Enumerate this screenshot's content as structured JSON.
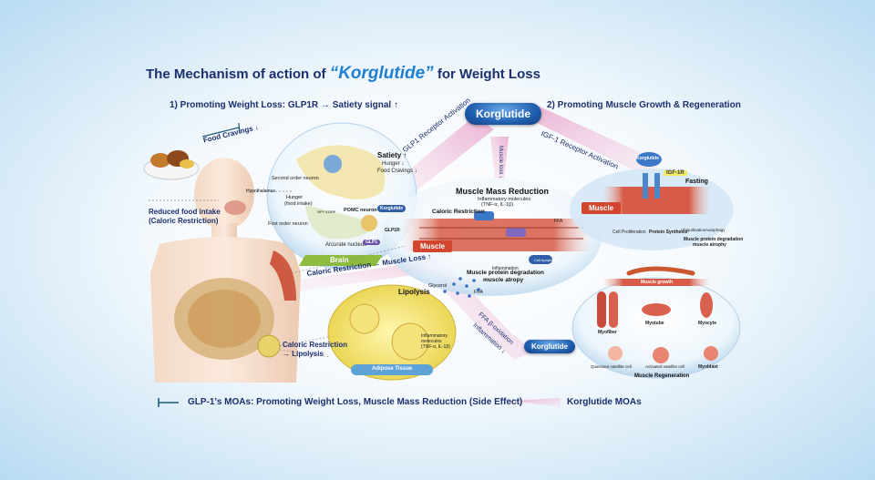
{
  "title": {
    "prefix": "The Mechanism of action of ",
    "highlight": "“Korglutide”",
    "suffix": " for Weight Loss"
  },
  "section1": "1) Promoting Weight Loss: GLP1R → Satiety signal ↑",
  "section2": "2) Promoting Muscle Growth & Regeneration",
  "center_pill": "Korglutide",
  "arrows": {
    "glp1": "GLP1 Receptor Activation",
    "muscle_loss": "Muscle loss ↓",
    "igf1": "IGF-1 Receptor Activation",
    "caloric_muscle": "Caloric Restriction → Muscle Loss ↑",
    "ffa": "FFA β-oxidation",
    "inflam": "Inflammation ↓"
  },
  "left": {
    "food_cravings": "Food Cravings ↓",
    "reduced_intake_1": "Reduced food intake",
    "reduced_intake_2": "(Caloric Restriction)",
    "hypothalamus": "Hypothalamus",
    "caloric_lipolysis_1": "Caloric Restriction",
    "caloric_lipolysis_2": "→ Lipolysis"
  },
  "brain": {
    "satiety": "Satiety ↑",
    "hunger_down": "Hunger ↓",
    "food_cravings": "Food Cravings ↓",
    "second_neuron": "Second order neuron",
    "hunger_1": "Hunger",
    "hunger_2": "(food intake)",
    "first_neuron": "First order neuron",
    "pomc": "POMC neuron",
    "npy": "NPY AGRP",
    "arcurate": "Arcurate nucleus",
    "glp1r": "GLP1R",
    "glp1": "GLP1",
    "label": "Brain",
    "korglutide": "Korglutide"
  },
  "center": {
    "title": "Muscle Mass Reduction",
    "inflam_1": "Inflammatory molecules",
    "inflam_2": "(TNF-α, IL-1β)",
    "caloric": "Caloric Restriction",
    "ffa": "FFA",
    "inflammation": "Inflammation",
    "cell_apoptosis": "Cell Apoptosis",
    "muscle_tag": "Muscle",
    "degradation_1": "Muscle protein degradation",
    "degradation_2": "muscle atropy"
  },
  "adipose": {
    "lipolysis": "Lipolysis",
    "glycerol": "Glycerol",
    "ffa": "FFA",
    "inflam_1": "Inflammatory",
    "inflam_2": "molecules",
    "inflam_3": "(TNF-α, IL-1β)",
    "label": "Adipose Tissue",
    "korglutide": "Korglutide"
  },
  "right": {
    "korglutide": "Korglutide",
    "igf1r": "IGF-1R",
    "fasting": "Fasting",
    "muscle_tag": "Muscle",
    "cell_prolif": "Cell Proliferation",
    "protein_synth": "Protein Synthesis",
    "ubiquitination": "Ubiquitination",
    "autophagy": "Autophagy",
    "degradation_1": "Muscle protein degradation",
    "degradation_2": "muscle atrophy",
    "muscle_growth": "Muscle growth",
    "myofiber": "Myofiber",
    "myotube": "Myotube",
    "myocyte": "Myocyte",
    "myoblast": "Myoblast",
    "quiescent": "Quiescent satellite cell",
    "activated": "Activated satellite cell",
    "regeneration": "Muscle Regeneration"
  },
  "legend": {
    "glp1": "GLP-1's MOAs: Promoting Weight Loss,  Muscle Mass Reduction (Side Effect)",
    "korglutide": "Korglutide MOAs"
  },
  "colors": {
    "navy": "#1c2f6e",
    "accent": "#1f7fd0",
    "pink": "#e6a6c8",
    "muscle_red": "#c6422f",
    "brain_green": "#8dbb3e"
  }
}
